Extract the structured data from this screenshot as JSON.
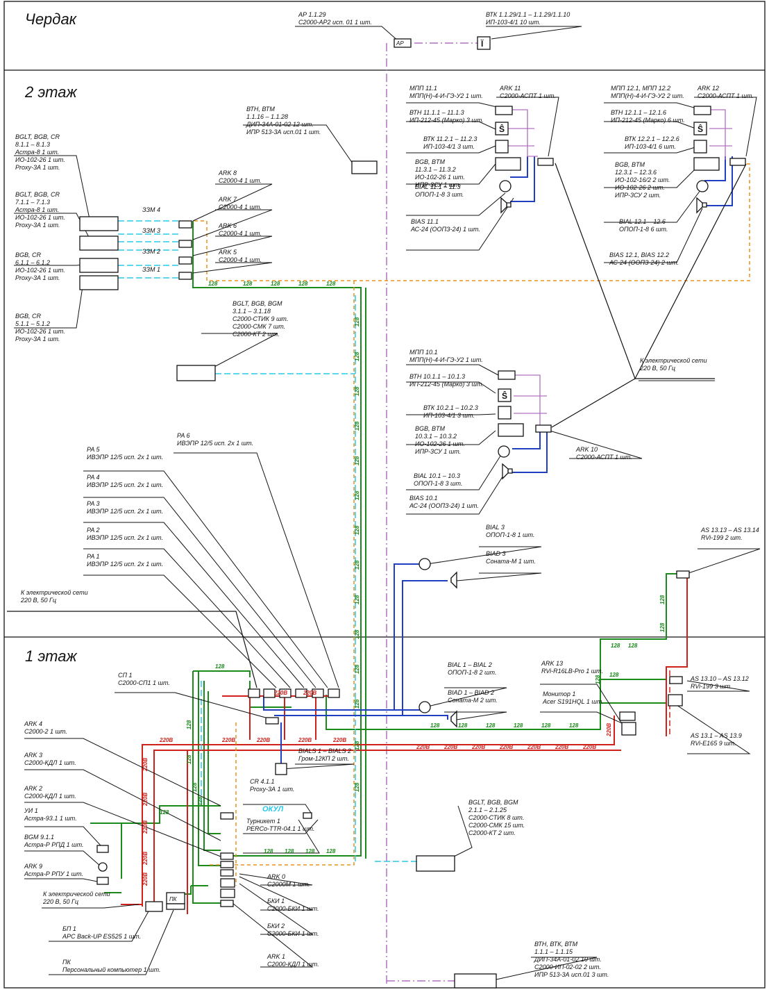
{
  "floors": {
    "attic": "Чердак",
    "second": "2 этаж",
    "first": "1 этаж"
  },
  "colors": {
    "green_loop": "#1a8a1a",
    "red_power": "#d0201a",
    "orange_bus": "#e8901a",
    "blue_line": "#1f3fc0",
    "cyan_line": "#29c9e6",
    "violet_line": "#b070c0"
  },
  "line_tags": {
    "g": "128",
    "r": "220В"
  },
  "callouts": [
    {
      "title": "АР 1.1.29",
      "body": [
        "С2000-АР2 исп. 01  1 шт."
      ]
    },
    {
      "title": "ВТК 1.1.29/1.1 – 1.1.29/1.1.10",
      "body": [
        "ИП-103-4/1  10 шт."
      ]
    },
    {
      "title": "ВТН, ВТМ",
      "title2": "1.1.16 – 1.1.28",
      "body": [
        "ДИП-34А-01-02  12 шт.",
        "ИПР 513-3А исп.01  1 шт."
      ]
    },
    {
      "title": "BGLT, BGB, CR",
      "title2": "8.1.1 – 8.1.3",
      "body": [
        "Астра-8  1 шт.",
        "ИО-102-26  1 шт.",
        "Proxy-3А  1 шт."
      ]
    },
    {
      "title": "BGLT, BGB, CR",
      "title2": "7.1.1 – 7.1.3",
      "body": [
        "Астра-8  1 шт.",
        "ИО-102-26  1 шт.",
        "Proxy-3А  1 шт."
      ]
    },
    {
      "title": "BGB, CR",
      "title2": "6.1.1 – 6.1.2",
      "body": [
        "ИО-102-26  1 шт.",
        "Proxy-3А  1 шт."
      ]
    },
    {
      "title": "BGB, CR",
      "title2": "5.1.1 – 5.1.2",
      "body": [
        "ИО-102-26  1 шт.",
        "Proxy-3А  1 шт."
      ]
    },
    {
      "title": "ARK 8",
      "body": [
        "С2000-4  1 шт."
      ]
    },
    {
      "title": "ARK 7",
      "body": [
        "С2000-4  1 шт."
      ]
    },
    {
      "title": "ARK 6",
      "body": [
        "С2000-4  1 шт."
      ]
    },
    {
      "title": "ARK 5",
      "body": [
        "С2000-4  1 шт."
      ]
    },
    {
      "title": "BGLT, BGB, BGM",
      "title2": "3.1.1 – 3.1.18",
      "body": [
        "С2000-СТИК  9 шт.",
        "С2000-СМК  7 шт.",
        "С2000-КТ  2 шт."
      ]
    },
    {
      "title": "МПП 11.1",
      "body": [
        "МПП(Н)-4-И-ГЭ-У2  1 шт."
      ]
    },
    {
      "title": "ARK 11",
      "body": [
        "С2000-АСПТ  1 шт."
      ]
    },
    {
      "title": "ВТН 11.1.1 – 11.1.3",
      "body": [
        "ИП-212-45 (Марко)  3 шт."
      ]
    },
    {
      "title": "ВТК 11.2.1 – 11.2.3",
      "body": [
        "ИП-103-4/1  3 шт."
      ]
    },
    {
      "title": "BGB, BTM",
      "title2": "11.3.1 – 11.3.2",
      "body": [
        "ИО-102-26  1 шт.",
        "ИПР-3СУ  1 шт."
      ]
    },
    {
      "title": "BIAL 11.1 – 11.3",
      "body": [
        "ОПОП-1-8  3 шт."
      ]
    },
    {
      "title": "BIAS 11.1",
      "body": [
        "АС-24 (ООПЗ-24)  1 шт."
      ]
    },
    {
      "title": "МПП 12.1, МПП 12.2",
      "body": [
        "МПП(Н)-4-И-ГЭ-У2  2 шт."
      ]
    },
    {
      "title": "ARK 12",
      "body": [
        "С2000-АСПТ  1 шт."
      ]
    },
    {
      "title": "ВТН 12.1.1 – 12.1.6",
      "body": [
        "ИП-212-45 (Марко)  6 шт."
      ]
    },
    {
      "title": "ВТК 12.2.1 – 12.2.6",
      "body": [
        "ИП-103-4/1  6 шт."
      ]
    },
    {
      "title": "BGB, BTM",
      "title2": "12.3.1 – 12.3.6",
      "body": [
        "ИО-102-16/2  2 шт.",
        "ИО-102-26  2 шт.",
        "ИПР-3СУ  2 шт."
      ]
    },
    {
      "title": "BIAL 12.1 – 12.6",
      "body": [
        "ОПОП-1-8  6 шт."
      ]
    },
    {
      "title": "BIAS 12.1, BIAS 12.2",
      "body": [
        "АС-24 (ООПЗ-24)  2 шт."
      ]
    },
    {
      "title": "К электрической сети",
      "body": [
        "220 В, 50 Гц"
      ]
    },
    {
      "title": "МПП 10.1",
      "body": [
        "МПП(Н)-4-И-ГЭ-У2  1 шт."
      ]
    },
    {
      "title": "ВТН 10.1.1 – 10.1.3",
      "body": [
        "ИП-212-45 (Марко)  3 шт."
      ]
    },
    {
      "title": "ВТК 10.2.1 – 10.2.3",
      "body": [
        "ИП-103-4/1  3 шт."
      ]
    },
    {
      "title": "BGB, BTM",
      "title2": "10.3.1 – 10.3.2",
      "body": [
        "ИО-102-26  1 шт.",
        "ИПР-3СУ  1 шт."
      ]
    },
    {
      "title": "BIAL 10.1 – 10.3",
      "body": [
        "ОПОП-1-8  3 шт."
      ]
    },
    {
      "title": "BIAS 10.1",
      "body": [
        "АС-24 (ООПЗ-24)  1 шт."
      ]
    },
    {
      "title": "ARK 10",
      "body": [
        "С2000-АСПТ  1 шт."
      ]
    },
    {
      "title": "PA 6",
      "body": [
        "ИВЭПР 12/5 исп. 2х  1 шт."
      ]
    },
    {
      "title": "PA 5",
      "body": [
        "ИВЭПР 12/5 исп. 2х  1 шт."
      ]
    },
    {
      "title": "PA 4",
      "body": [
        "ИВЭПР 12/5 исп. 2х  1 шт."
      ]
    },
    {
      "title": "PA 3",
      "body": [
        "ИВЭПР 12/5 исп. 2х  1 шт."
      ]
    },
    {
      "title": "PA 2",
      "body": [
        "ИВЭПР 12/5 исп. 2х  1 шт."
      ]
    },
    {
      "title": "PA 1",
      "body": [
        "ИВЭПР 12/5 исп. 2х  1 шт."
      ]
    },
    {
      "title": "BIAL 3",
      "body": [
        "ОПОП-1-8  1 шт."
      ]
    },
    {
      "title": "BIAD 3",
      "body": [
        "Соната-М  1 шт."
      ]
    },
    {
      "title": "AS 13.13 – AS 13.14",
      "body": [
        "RVi-199  2 шт."
      ]
    },
    {
      "title": "К электрической сети",
      "body": [
        "220 В, 50 Гц"
      ]
    },
    {
      "title": "СП 1",
      "body": [
        "С2000-СП1  1 шт."
      ]
    },
    {
      "title": "BIAL 1 – BIAL 2",
      "body": [
        "ОПОП-1-8  2 шт."
      ]
    },
    {
      "title": "BIAD 1 – BIAD 2",
      "body": [
        "Соната-М  2 шт."
      ]
    },
    {
      "title": "ARK 13",
      "body": [
        "RVi-R16LB-Pro  1 шт."
      ]
    },
    {
      "title": "Монитор 1",
      "body": [
        "Acer S191HQL  1 шт."
      ]
    },
    {
      "title": "AS 13.10 – AS 13.12",
      "body": [
        "RVi-199  3 шт."
      ]
    },
    {
      "title": "AS 13.1 – AS 13.9",
      "body": [
        "RVi-E165  9 шт."
      ]
    },
    {
      "title": "ARK 4",
      "body": [
        "С2000-2  1 шт."
      ]
    },
    {
      "title": "ARK 3",
      "body": [
        "С2000-КДЛ  1 шт."
      ]
    },
    {
      "title": "ARK 2",
      "body": [
        "С2000-КДЛ  1 шт."
      ]
    },
    {
      "title": "УИ 1",
      "body": [
        "Астра-93.1  1 шт."
      ]
    },
    {
      "title": "BGM 9.1.1",
      "body": [
        "Астра-Р РПД  1 шт."
      ]
    },
    {
      "title": "ARK 9",
      "body": [
        "Астра-Р РПУ  1 шт."
      ]
    },
    {
      "title": "К электрической сети",
      "body": [
        "220 В, 50 Гц"
      ]
    },
    {
      "title": "БП 1",
      "body": [
        "APC Back-UP ES525  1 шт."
      ]
    },
    {
      "title": "ПК",
      "body": [
        "Персональный компьютер  1 шт."
      ]
    },
    {
      "title": "BIALS 1 – BIALS 2",
      "body": [
        "Гром-12КП  2 шт."
      ]
    },
    {
      "title": "CR 4.1.1",
      "body": [
        "Proxy-3А  1 шт."
      ]
    },
    {
      "title": "Турникет 1",
      "body": [
        "PERCo-TTR-04.1  1 шт."
      ]
    },
    {
      "title": "BGLT, BGB, BGM",
      "title2": "2.1.1 – 2.1.25",
      "body": [
        "С2000-СТИК  8 шт.",
        "С2000-СМК  15 шт.",
        "С2000-КТ  2 шт."
      ]
    },
    {
      "title": "ARK 0",
      "body": [
        "С2000М  1 шт."
      ]
    },
    {
      "title": "БКИ 1",
      "body": [
        "С2000-БКИ  1 шт."
      ]
    },
    {
      "title": "БКИ 2",
      "body": [
        "С2000-БКИ  1 шт."
      ]
    },
    {
      "title": "ARK 1",
      "body": [
        "С2000-КДЛ  1 шт."
      ]
    },
    {
      "title": "ВТН, ВТК, ВТМ",
      "title2": "1.1.1 – 1.1.15",
      "body": [
        "ДИП-34А-01-02  10 шт.",
        "С2000-ИП-02-02  2 шт.",
        "ИПР 513-3А исп.01  3 шт."
      ]
    }
  ],
  "zone_labels": [
    "ЗЗМ 4",
    "ЗЗМ 3",
    "ЗЗМ 2",
    "ЗЗМ 1"
  ],
  "device_glyphs": {
    "ap_box": "АР",
    "pc_box": "ПК",
    "okul": "ОКУЛ",
    "temp_sensor": "Ї",
    "smoke_sensor": "Ŝ"
  }
}
